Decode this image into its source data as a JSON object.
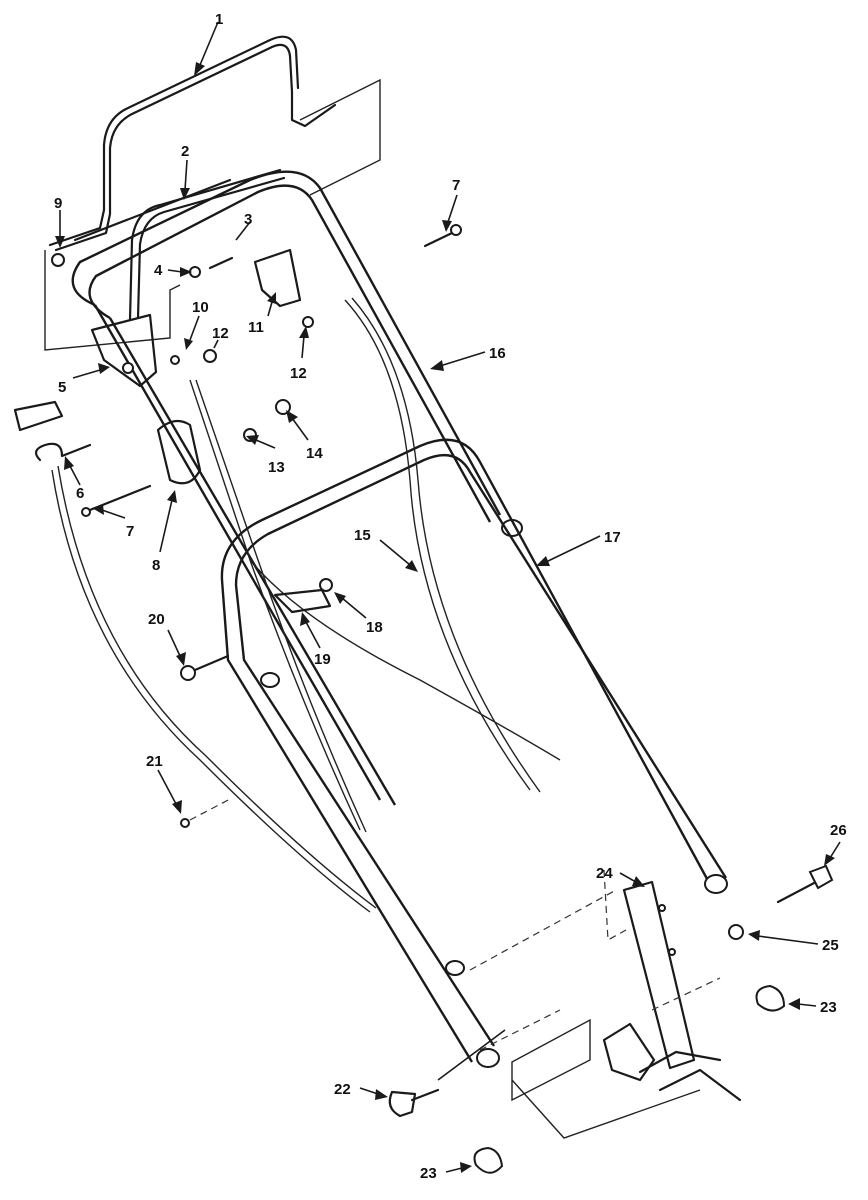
{
  "callouts": {
    "c1": "1",
    "c2": "2",
    "c3": "3",
    "c4": "4",
    "c5": "5",
    "c6": "6",
    "c7a": "7",
    "c7b": "7",
    "c8": "8",
    "c9": "9",
    "c10": "10",
    "c11": "11",
    "c12a": "12",
    "c12b": "12",
    "c13": "13",
    "c14": "14",
    "c15": "15",
    "c16": "16",
    "c17": "17",
    "c18": "18",
    "c19": "19",
    "c20": "20",
    "c21": "21",
    "c22": "22",
    "c23a": "23",
    "c23b": "23",
    "c24": "24",
    "c25": "25",
    "c26": "26"
  }
}
